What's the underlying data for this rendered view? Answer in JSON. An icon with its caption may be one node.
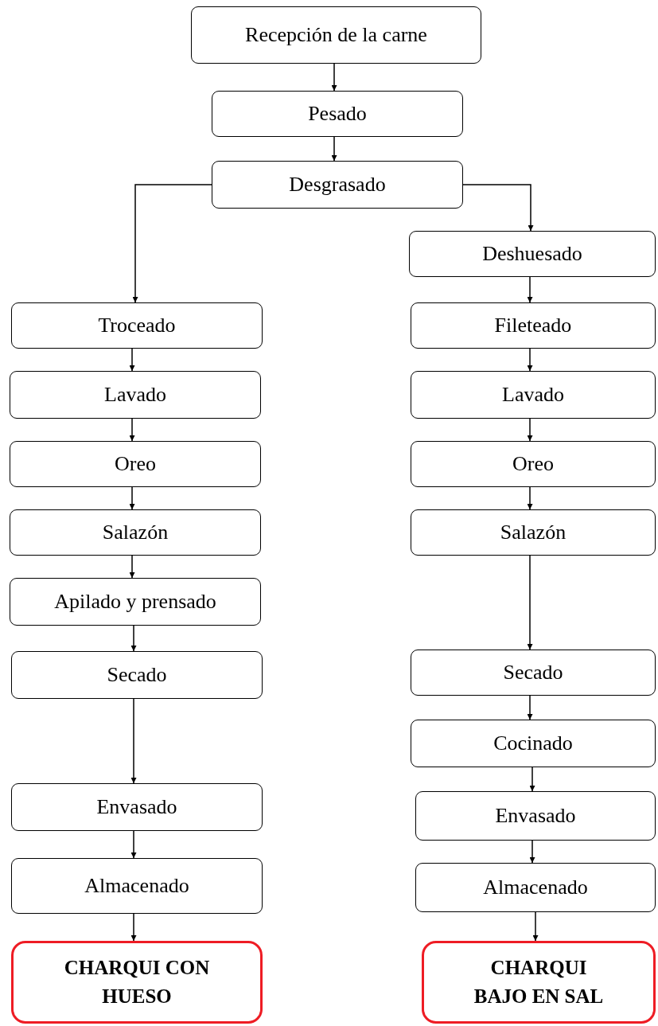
{
  "diagram": {
    "nodes": [
      {
        "text": [
          "Recepción de la carne"
        ]
      },
      {
        "text": [
          "Pesado"
        ]
      },
      {
        "text": [
          "Desgrasado"
        ]
      },
      {
        "text": [
          "Troceado"
        ]
      },
      {
        "text": [
          "Lavado"
        ]
      },
      {
        "text": [
          "Oreo"
        ]
      },
      {
        "text": [
          "Salazón"
        ]
      },
      {
        "text": [
          "Apilado y prensado"
        ]
      },
      {
        "text": [
          "Secado"
        ]
      },
      {
        "text": [
          "Envasado"
        ]
      },
      {
        "text": [
          "Almacenado"
        ]
      },
      {
        "text": [
          "CHARQUI CON HUESO"
        ]
      },
      {
        "text": [
          "Deshuesado"
        ]
      },
      {
        "text": [
          "Fileteado"
        ]
      },
      {
        "text": [
          "Lavado"
        ]
      },
      {
        "text": [
          "Oreo"
        ]
      },
      {
        "text": [
          "Salazón"
        ]
      },
      {
        "text": [
          "Secado"
        ]
      },
      {
        "text": [
          "Cocinado"
        ]
      },
      {
        "text": [
          "Envasado"
        ]
      },
      {
        "text": [
          "Almacenado"
        ]
      },
      {
        "text": [
          "CHARQUI BAJO EN SAL"
        ]
      }
    ],
    "edges": [
      {
        "from": 0,
        "to": 1,
        "arrow": "to"
      },
      {
        "from": 1,
        "to": 2,
        "arrow": "to"
      },
      {
        "from": 2,
        "to": 3,
        "arrow": "to"
      },
      {
        "from": 2,
        "to": 12,
        "arrow": "to"
      },
      {
        "from": 3,
        "to": 4,
        "arrow": "to"
      },
      {
        "from": 4,
        "to": 5,
        "arrow": "to"
      },
      {
        "from": 5,
        "to": 6,
        "arrow": "to"
      },
      {
        "from": 6,
        "to": 7,
        "arrow": "to"
      },
      {
        "from": 7,
        "to": 8,
        "arrow": "to"
      },
      {
        "from": 8,
        "to": 9,
        "arrow": "to"
      },
      {
        "from": 9,
        "to": 10,
        "arrow": "to"
      },
      {
        "from": 10,
        "to": 11,
        "arrow": "to"
      },
      {
        "from": 12,
        "to": 13,
        "arrow": "to"
      },
      {
        "from": 13,
        "to": 14,
        "arrow": "to"
      },
      {
        "from": 14,
        "to": 15,
        "arrow": "to"
      },
      {
        "from": 15,
        "to": 16,
        "arrow": "to"
      },
      {
        "from": 16,
        "to": 17,
        "arrow": "to"
      },
      {
        "from": 17,
        "to": 18,
        "arrow": "to"
      },
      {
        "from": 18,
        "to": 19,
        "arrow": "to"
      },
      {
        "from": 19,
        "to": 20,
        "arrow": "to"
      },
      {
        "from": 20,
        "to": 21,
        "arrow": "to"
      }
    ]
  }
}
